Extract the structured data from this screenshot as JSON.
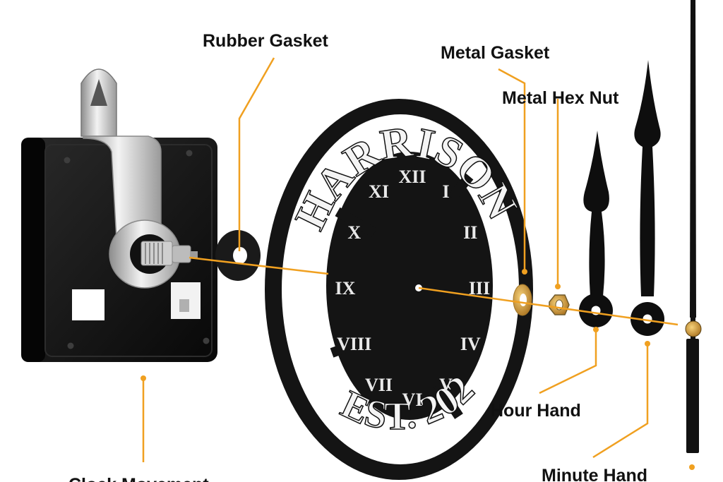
{
  "labels": {
    "rubber_gasket": "Rubber Gasket",
    "metal_gasket": "Metal Gasket",
    "metal_hex_nut": "Metal Hex Nut",
    "hour_hand": "Hour Hand",
    "minute_hand": "Minute Hand",
    "clock_movement": "Clock Movement"
  },
  "dial": {
    "top_text": "HARRISON",
    "bottom_text": "EST. 2022",
    "numerals": [
      "XII",
      "I",
      "II",
      "III",
      "IV",
      "V",
      "VI",
      "VII",
      "VIII",
      "IX",
      "X",
      "XI"
    ]
  },
  "colors": {
    "leader": "#f0a020",
    "dial": "#141414",
    "movement": "#151515",
    "metal": "#c9c9c9",
    "brass": "#d9a441"
  }
}
